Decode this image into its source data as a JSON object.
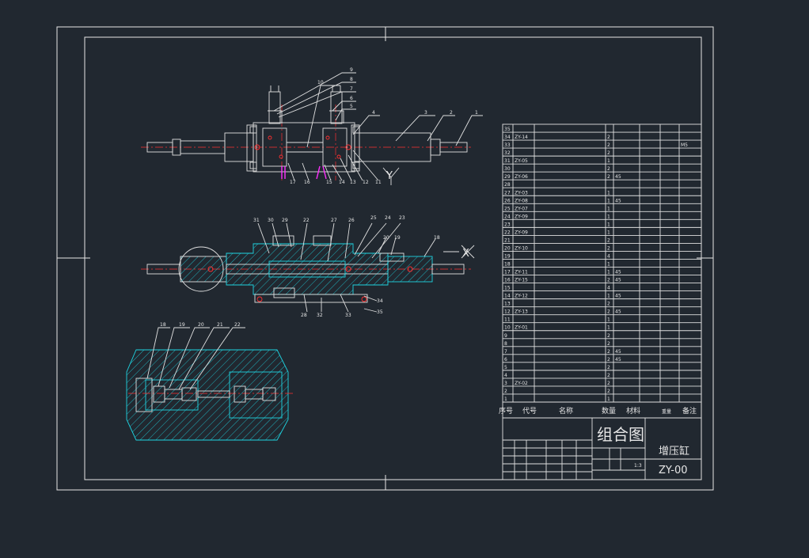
{
  "colors": {
    "background": "#212830",
    "line_white": "#e0e0e0",
    "line_cyan": "#1fd3e0",
    "center_red": "#ff3030",
    "magenta": "#ff30ff"
  },
  "drawing": {
    "title": "组合图",
    "name": "增压缸",
    "code": "ZY-00",
    "scale": "1:3"
  },
  "parts_header": {
    "seq": "序号",
    "code": "代号",
    "name": "名称",
    "qty": "数量",
    "material": "材料",
    "weight": "重量",
    "remark": "备注"
  },
  "parts_rows": [
    {
      "seq": "35",
      "code": "",
      "name": "",
      "qty": "",
      "mat": "",
      "rem": ""
    },
    {
      "seq": "34",
      "code": "ZY-14",
      "name": "",
      "qty": "2",
      "mat": "",
      "rem": ""
    },
    {
      "seq": "33",
      "code": "",
      "name": "",
      "qty": "2",
      "mat": "",
      "rem": "M5"
    },
    {
      "seq": "32",
      "code": "",
      "name": "",
      "qty": "2",
      "mat": "",
      "rem": ""
    },
    {
      "seq": "31",
      "code": "ZY-05",
      "name": "",
      "qty": "1",
      "mat": "",
      "rem": ""
    },
    {
      "seq": "30",
      "code": "",
      "name": "",
      "qty": "2",
      "mat": "",
      "rem": ""
    },
    {
      "seq": "29",
      "code": "ZY-06",
      "name": "",
      "qty": "2",
      "mat": "45",
      "rem": ""
    },
    {
      "seq": "28",
      "code": "",
      "name": "",
      "qty": "",
      "mat": "",
      "rem": ""
    },
    {
      "seq": "27",
      "code": "ZY-03",
      "name": "",
      "qty": "1",
      "mat": "",
      "rem": ""
    },
    {
      "seq": "26",
      "code": "ZY-08",
      "name": "",
      "qty": "1",
      "mat": "45",
      "rem": ""
    },
    {
      "seq": "25",
      "code": "ZY-07",
      "name": "",
      "qty": "1",
      "mat": "",
      "rem": ""
    },
    {
      "seq": "24",
      "code": "ZY-09",
      "name": "",
      "qty": "1",
      "mat": "",
      "rem": ""
    },
    {
      "seq": "23",
      "code": "",
      "name": "",
      "qty": "1",
      "mat": "",
      "rem": ""
    },
    {
      "seq": "22",
      "code": "ZY-09",
      "name": "",
      "qty": "1",
      "mat": "",
      "rem": ""
    },
    {
      "seq": "21",
      "code": "",
      "name": "",
      "qty": "2",
      "mat": "",
      "rem": ""
    },
    {
      "seq": "20",
      "code": "ZY-10",
      "name": "",
      "qty": "2",
      "mat": "",
      "rem": ""
    },
    {
      "seq": "19",
      "code": "",
      "name": "",
      "qty": "4",
      "mat": "",
      "rem": ""
    },
    {
      "seq": "18",
      "code": "",
      "name": "",
      "qty": "1",
      "mat": "",
      "rem": ""
    },
    {
      "seq": "17",
      "code": "ZY-11",
      "name": "",
      "qty": "1",
      "mat": "45",
      "rem": ""
    },
    {
      "seq": "16",
      "code": "ZY-15",
      "name": "",
      "qty": "2",
      "mat": "45",
      "rem": ""
    },
    {
      "seq": "15",
      "code": "",
      "name": "",
      "qty": "4",
      "mat": "",
      "rem": ""
    },
    {
      "seq": "14",
      "code": "ZY-12",
      "name": "",
      "qty": "1",
      "mat": "45",
      "rem": ""
    },
    {
      "seq": "13",
      "code": "",
      "name": "",
      "qty": "2",
      "mat": "",
      "rem": ""
    },
    {
      "seq": "12",
      "code": "ZY-13",
      "name": "",
      "qty": "2",
      "mat": "45",
      "rem": ""
    },
    {
      "seq": "11",
      "code": "",
      "name": "",
      "qty": "1",
      "mat": "",
      "rem": ""
    },
    {
      "seq": "10",
      "code": "ZY-01",
      "name": "",
      "qty": "1",
      "mat": "",
      "rem": ""
    },
    {
      "seq": "9",
      "code": "",
      "name": "",
      "qty": "2",
      "mat": "",
      "rem": ""
    },
    {
      "seq": "8",
      "code": "",
      "name": "",
      "qty": "2",
      "mat": "",
      "rem": ""
    },
    {
      "seq": "7",
      "code": "",
      "name": "",
      "qty": "2",
      "mat": "45",
      "rem": ""
    },
    {
      "seq": "6",
      "code": "",
      "name": "",
      "qty": "2",
      "mat": "45",
      "rem": ""
    },
    {
      "seq": "5",
      "code": "",
      "name": "",
      "qty": "2",
      "mat": "",
      "rem": ""
    },
    {
      "seq": "4",
      "code": "",
      "name": "",
      "qty": "2",
      "mat": "",
      "rem": ""
    },
    {
      "seq": "3",
      "code": "ZY-02",
      "name": "",
      "qty": "2",
      "mat": "",
      "rem": ""
    },
    {
      "seq": "2",
      "code": "",
      "name": "",
      "qty": "2",
      "mat": "",
      "rem": ""
    },
    {
      "seq": "1",
      "code": "",
      "name": "",
      "qty": "1",
      "mat": "",
      "rem": ""
    }
  ],
  "callouts_top": [
    "10",
    "9",
    "8",
    "7",
    "6",
    "5",
    "4",
    "3",
    "2",
    "1",
    "17",
    "16",
    "15",
    "14",
    "13",
    "12",
    "11"
  ],
  "callouts_mid": [
    "31",
    "30",
    "29",
    "22",
    "27",
    "26",
    "25",
    "24",
    "23",
    "20",
    "19",
    "18",
    "28",
    "32",
    "33",
    "34",
    "35"
  ],
  "callouts_detail": [
    "18",
    "19",
    "20",
    "21",
    "22"
  ],
  "view_markers": [
    "Y",
    "X"
  ]
}
